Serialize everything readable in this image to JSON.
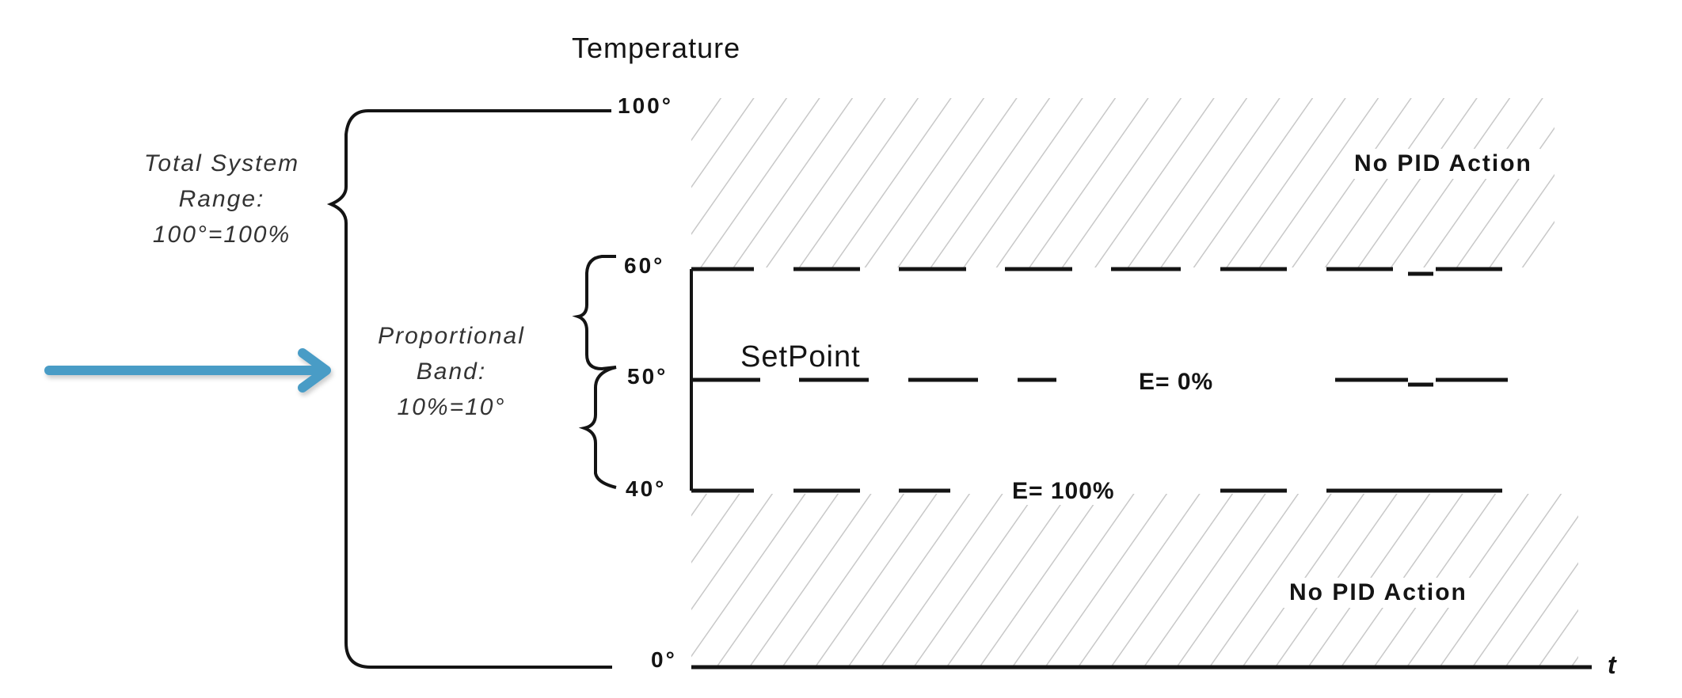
{
  "diagram": {
    "title": "Temperature",
    "axis": {
      "y_label": "Temperature",
      "x_label": "t",
      "ticks": [
        {
          "value": 100,
          "label": "100°"
        },
        {
          "value": 60,
          "label": "60°"
        },
        {
          "value": 50,
          "label": "50°"
        },
        {
          "value": 40,
          "label": "40°"
        },
        {
          "value": 0,
          "label": "0°"
        }
      ]
    },
    "braces": {
      "total_system_range": {
        "line1": "Total System",
        "line2": "Range:",
        "line3": "100°=100%"
      },
      "proportional_band": {
        "line1": "Proportional",
        "line2": "Band:",
        "line3": "10%=10°"
      }
    },
    "regions": {
      "upper": {
        "label": "No PID Action",
        "range": "60°–100°"
      },
      "lower": {
        "label": "No PID Action",
        "range": "0°–40°"
      }
    },
    "lines": {
      "setpoint": {
        "label": "SetPoint",
        "value": "50°",
        "error_label": "E= 0%"
      },
      "band_low": {
        "value": "40°",
        "error_label": "E= 100%"
      },
      "band_high": {
        "value": "60°"
      }
    },
    "colors": {
      "ink": "#141414",
      "hatch": "#c8c8c8",
      "arrow": "#4a9cc6"
    },
    "annotation_arrow": {
      "points_to": "Proportional Band"
    }
  }
}
